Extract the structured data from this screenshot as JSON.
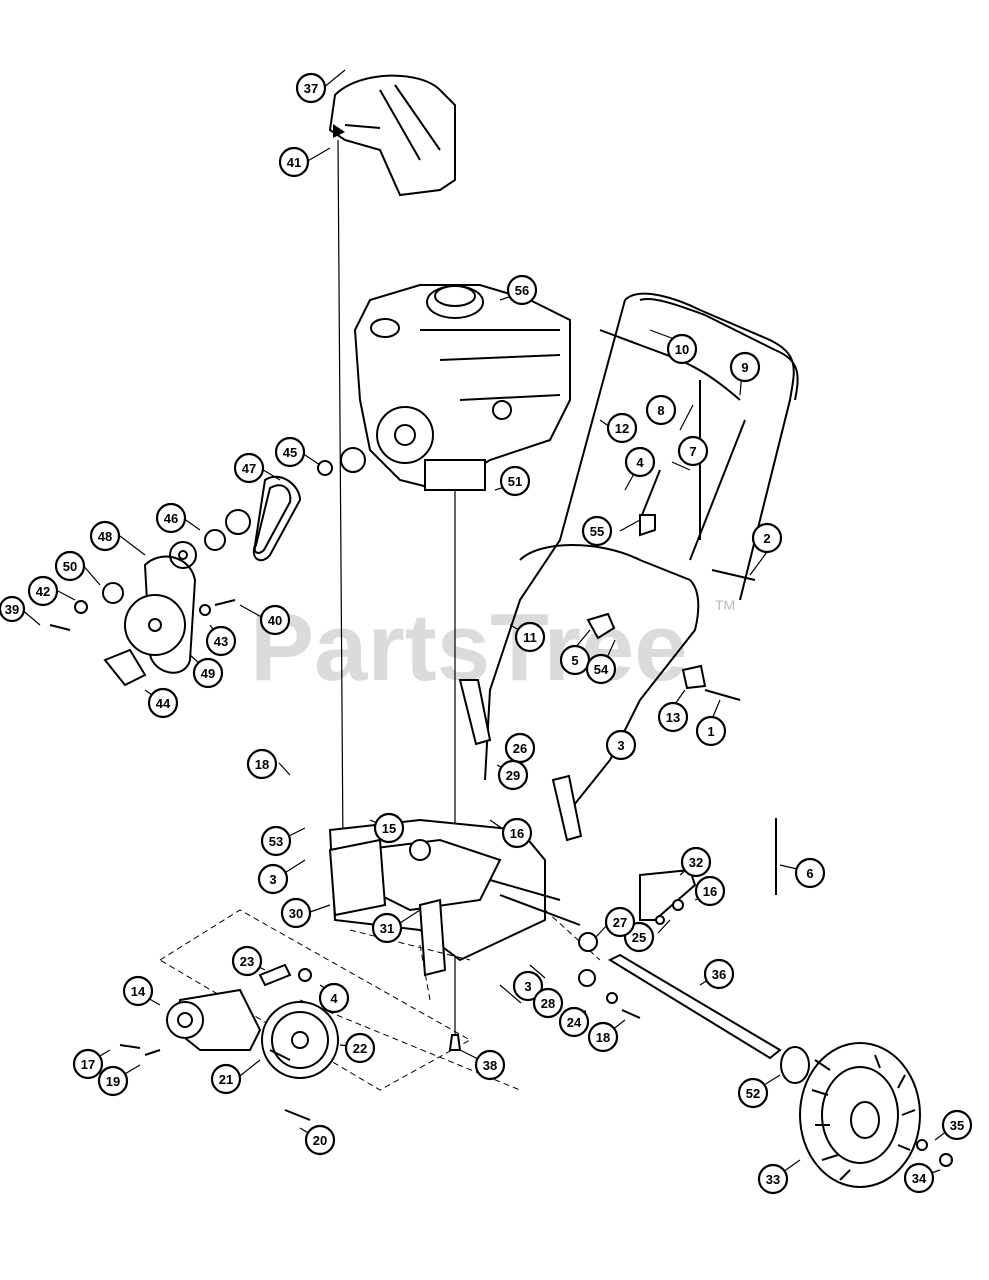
{
  "watermark": {
    "text": "PartsTree",
    "trademark": "TM"
  },
  "callouts": [
    "1",
    "2",
    "3",
    "4",
    "5",
    "6",
    "7",
    "8",
    "9",
    "10",
    "11",
    "12",
    "13",
    "14",
    "15",
    "16",
    "17",
    "18",
    "19",
    "20",
    "21",
    "22",
    "23",
    "24",
    "25",
    "26",
    "27",
    "28",
    "29",
    "30",
    "31",
    "32",
    "33",
    "34",
    "35",
    "36",
    "37",
    "38",
    "39",
    "40",
    "41",
    "42",
    "43",
    "44",
    "45",
    "46",
    "47",
    "48",
    "49",
    "50",
    "51",
    "52",
    "53",
    "54",
    "55",
    "56"
  ]
}
